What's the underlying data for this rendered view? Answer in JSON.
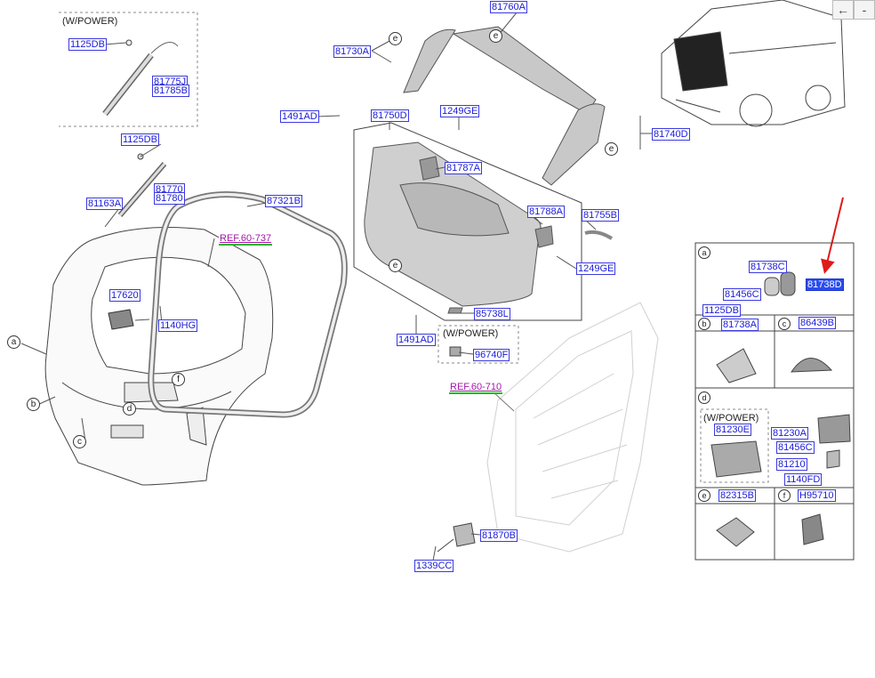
{
  "labels": {
    "p81760A": "81760A",
    "p81730A": "81730A",
    "p81740D": "81740D",
    "p1125DB_top": "1125DB",
    "p81775J": "81775J",
    "p81785B": "81785B",
    "p1125DB_mid": "1125DB",
    "p81770": "81770",
    "p81780": "81780",
    "p81163A": "81163A",
    "p87321B": "87321B",
    "p17620": "17620",
    "p1140HG": "1140HG",
    "p1491AD_top": "1491AD",
    "p81750D": "81750D",
    "p1249GE_top": "1249GE",
    "p81787A": "81787A",
    "p81788A": "81788A",
    "p81755B": "81755B",
    "p1249GE_bot": "1249GE",
    "p85738L": "85738L",
    "p1491AD_bot": "1491AD",
    "p96740F": "96740F",
    "p81870B": "81870B",
    "p1339CC": "1339CC",
    "a_81738C": "81738C",
    "a_81456C": "81456C",
    "a_81738D": "81738D",
    "a_1125DB": "1125DB",
    "b_81738A": "81738A",
    "c_86439B": "86439B",
    "d_81230E": "81230E",
    "d_81230A": "81230A",
    "d_81456C": "81456C",
    "d_81210": "81210",
    "d_1140FD": "1140FD",
    "e_82315B": "82315B",
    "f_H95710": "H95710"
  },
  "refs": {
    "ref_60_737": "REF.60-737",
    "ref_60_710": "REF.60-710"
  },
  "notes": {
    "wpower_top": "(W/POWER)",
    "wpower_center": "(W/POWER)",
    "wpower_d": "(W/POWER)"
  },
  "circles": {
    "a": "a",
    "b": "b",
    "c": "c",
    "d": "d",
    "e": "e",
    "f": "f"
  },
  "nav": {
    "back_glyph": "←",
    "next_glyph": "-"
  },
  "colors": {
    "label_text": "#1a1ad8",
    "label_border": "#3a3adf",
    "selected_fill": "#2a4cf0",
    "ref_text": "#a316a8",
    "ref_underline": "#2bb52b",
    "pointer_arrow": "#e01a1a"
  }
}
